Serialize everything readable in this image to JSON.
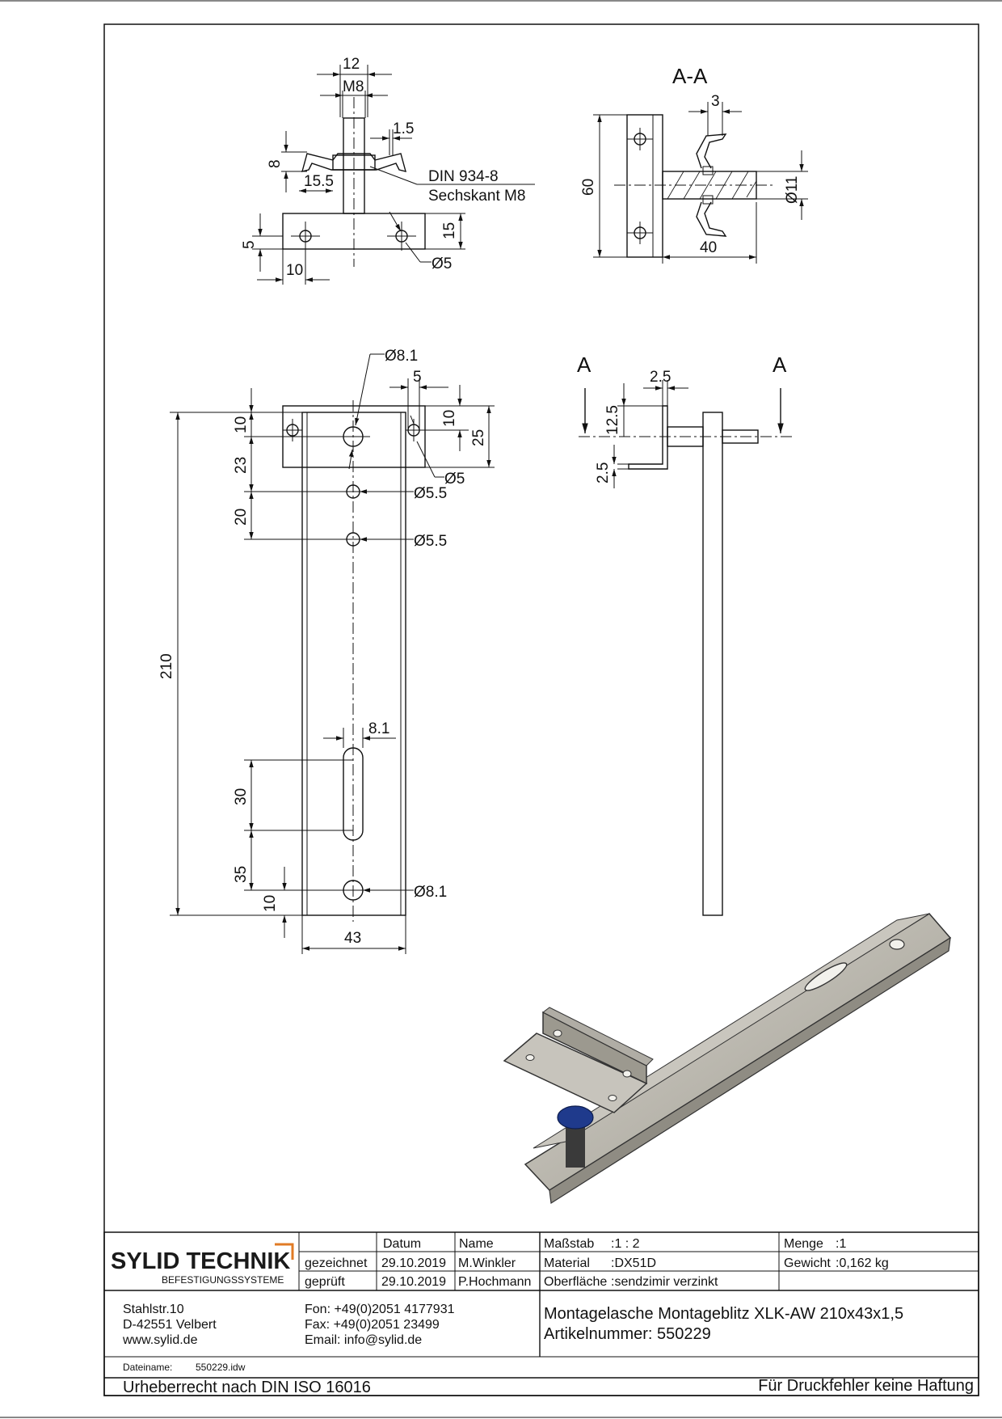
{
  "views": {
    "section_label": "A-A",
    "cut_label_left": "A",
    "cut_label_right": "A"
  },
  "dimensions": {
    "top_12": "12",
    "top_m8": "M8",
    "top_1_5": "1.5",
    "top_8": "8",
    "top_15_5": "15.5",
    "top_15": "15",
    "top_5": "5",
    "top_10": "10",
    "top_d5": "Ø5",
    "section_3": "3",
    "section_60": "60",
    "section_40": "40",
    "section_d11": "Ø11",
    "front_d8_1_top": "Ø8.1",
    "front_5": "5",
    "front_10_right": "10",
    "front_25": "25",
    "front_d5": "Ø5",
    "front_10_left": "10",
    "front_23": "23",
    "front_20": "20",
    "front_d5_5_a": "Ø5.5",
    "front_d5_5_b": "Ø5.5",
    "front_210": "210",
    "front_8_1": "8.1",
    "front_30": "30",
    "front_35": "35",
    "front_10_bottom": "10",
    "front_d8_1_bottom": "Ø8.1",
    "front_43": "43",
    "side_2_5_top": "2.5",
    "side_12_5": "12.5",
    "side_2_5_left": "2.5"
  },
  "callouts": {
    "nut_line1": "DIN 934-8",
    "nut_line2": "Sechskant M8"
  },
  "title_block": {
    "logo_main": "SYLID TECHNIK",
    "logo_sub": "BEFESTIGUNGSSYSTEME",
    "col_datum": "Datum",
    "col_name": "Name",
    "row_drawn": "gezeichnet",
    "row_checked": "geprüft",
    "drawn_date": "29.10.2019",
    "drawn_name": "M.Winkler",
    "checked_date": "29.10.2019",
    "checked_name": "P.Hochmann",
    "scale_label": "Maßstab",
    "scale_value": ":1 : 2",
    "material_label": "Material",
    "material_value": ":DX51D",
    "surface_label": "Oberfläche",
    "surface_value": ":sendzimir verzinkt",
    "qty_label": "Menge",
    "qty_value": ":1",
    "weight_label": "Gewicht",
    "weight_value": ":0,162 kg",
    "address_1": "Stahlstr.10",
    "address_2": "D-42551 Velbert",
    "address_3": "www.sylid.de",
    "phone": "Fon: +49(0)2051 4177931",
    "fax": "Fax: +49(0)2051 23499",
    "email": "Email: info@sylid.de",
    "product_title": "Montagelasche Montageblitz XLK-AW 210x43x1,5",
    "article": "Artikelnummer: 550229",
    "filename_label": "Dateiname:",
    "filename_value": "550229.idw",
    "copyright": "Urheberrecht nach DIN ISO 16016",
    "disclaimer": "Für Druckfehler keine Haftung"
  },
  "colors": {
    "logo_accent": "#e07b25",
    "nut_blue": "#1f3a8c",
    "metal": "#b9b6ae"
  }
}
